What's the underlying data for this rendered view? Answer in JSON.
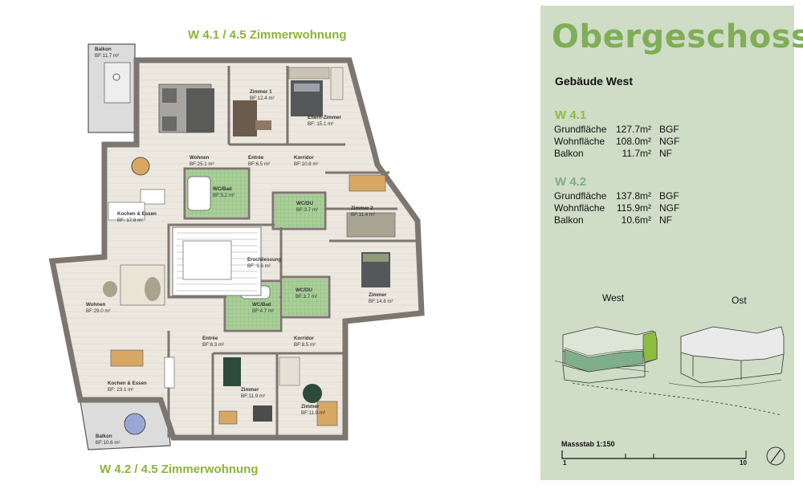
{
  "plan": {
    "unit_top": "W 4.1 / 4.5 Zimmerwohnung",
    "unit_bottom": "W 4.2 / 4.5 Zimmerwohnung",
    "rooms": {
      "balkon_top": {
        "name": "Balkon",
        "area": "BF:11.7 m²"
      },
      "zimmer1": {
        "name": "Zimmer 1",
        "area": "BF:12.4 m²"
      },
      "eltern": {
        "name": "Eltern-Zimmer",
        "area": "BF: 15.1 m²"
      },
      "wohnen_top": {
        "name": "Wohnen",
        "area": "BF:25.1 m²"
      },
      "entree_top": {
        "name": "Entrée",
        "area": "BF:6.5 m²"
      },
      "korridor_top": {
        "name": "Korridor",
        "area": "BF:10.8 m²"
      },
      "wcbad_top": {
        "name": "WC/Bad",
        "area": "BF:5.2 m²"
      },
      "wcdu_top": {
        "name": "WC/DU",
        "area": "BF:3.7 m²"
      },
      "zimmer2": {
        "name": "Zimmer 2",
        "area": "BF:11.4 m²"
      },
      "kochen_top": {
        "name": "Kochen & Essen",
        "area": "BF:        17.8 m²"
      },
      "erschliessung": {
        "name": "Erschliessung",
        "area": "BF:      9.6 m²"
      },
      "zimmer_r": {
        "name": "Zimmer",
        "area": "BF:14.8 m²"
      },
      "wcdu_b": {
        "name": "WC/DU",
        "area": "BF:3.7 m²"
      },
      "wcbad_b": {
        "name": "WC/Bad",
        "area": "BF:4.7 m²"
      },
      "wohnen_b": {
        "name": "Wohnen",
        "area": "BF:29.0 m²"
      },
      "entree_b": {
        "name": "Entrée",
        "area": "BF:8.3 m²"
      },
      "korridor_b": {
        "name": "Korridor",
        "area": "BF:8.5 m²"
      },
      "kochen_b": {
        "name": "Kochen & Essen",
        "area": "BF:        23.1 m²"
      },
      "zimmer_b1": {
        "name": "Zimmer",
        "area": "BF:11.9 m²"
      },
      "zimmer_b2": {
        "name": "Zimmer",
        "area": "BF:11.9 m²"
      },
      "balkon_b": {
        "name": "Balkon",
        "area": "BF:10.6 m²"
      }
    }
  },
  "panel": {
    "headline": "Obergeschoss",
    "building": "Gebäude West",
    "units": [
      {
        "id": "W 4.1",
        "rows": [
          {
            "label": "Grundfläche",
            "value": "127.7m²",
            "kind": "BGF"
          },
          {
            "label": "Wohnfläche",
            "value": "108.0m²",
            "kind": "NGF"
          },
          {
            "label": "Balkon",
            "value": "11.7m²",
            "kind": "NF"
          }
        ]
      },
      {
        "id": "W 4.2",
        "rows": [
          {
            "label": "Grundfläche",
            "value": "137.8m²",
            "kind": "BGF"
          },
          {
            "label": "Wohnfläche",
            "value": "115.9m²",
            "kind": "NGF"
          },
          {
            "label": "Balkon",
            "value": "10.6m²",
            "kind": "NF"
          }
        ]
      }
    ],
    "iso_west": "West",
    "iso_ost": "Ost",
    "scale_label": "Massstab 1:150",
    "scale_start": "1",
    "scale_end": "10"
  },
  "colors": {
    "accent_w41": "#8cbd3f",
    "accent_w42": "#7fae8a",
    "panel_bg": "#cfdcc6",
    "wall": "#7d7670",
    "floor": "#e9e4dc",
    "tile": "#9fc98f"
  }
}
